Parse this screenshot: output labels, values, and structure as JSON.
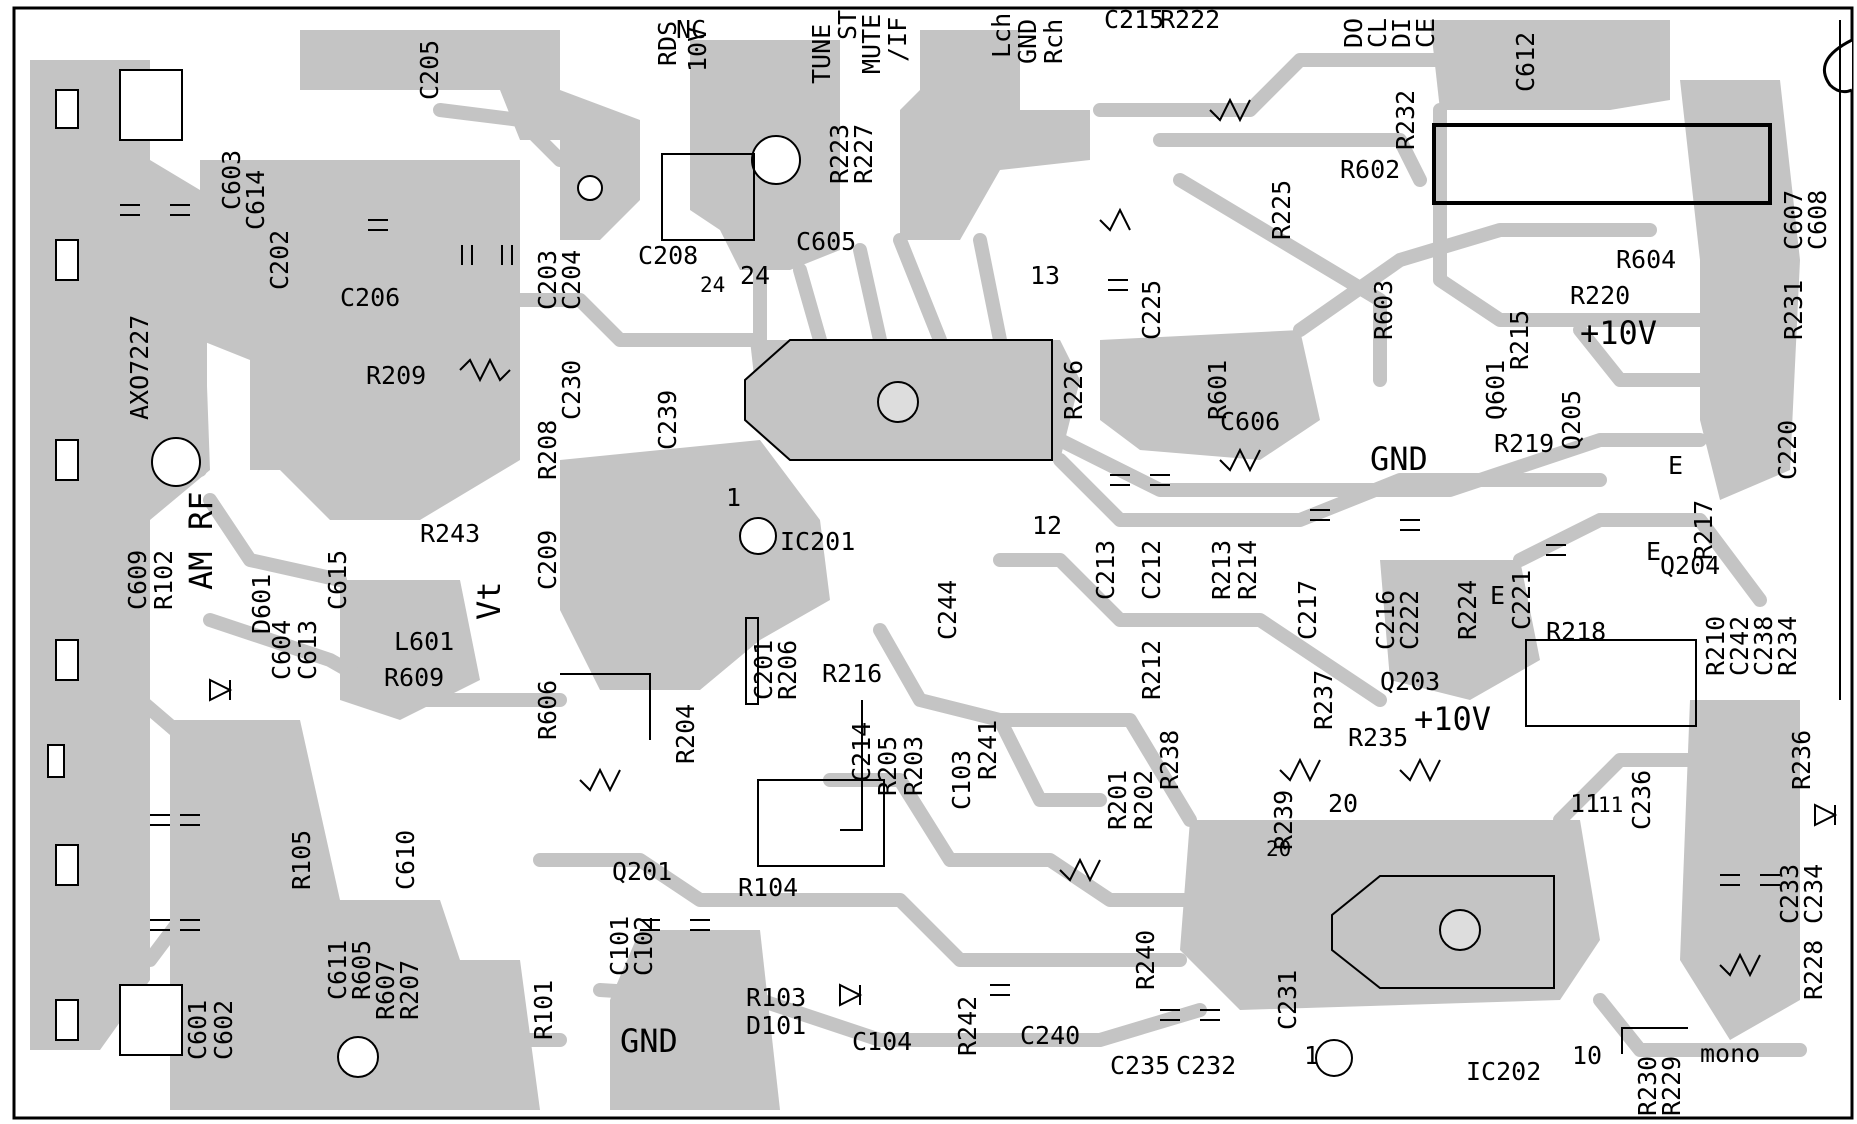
{
  "diagram": {
    "type": "pcb-layout",
    "colors": {
      "copper": "#c4c4c4",
      "background": "#ffffff",
      "ink": "#000000"
    },
    "labels": {
      "nc": "NC",
      "rds": "RDS",
      "v10": "10V",
      "tune": "TUNE",
      "st": "ST",
      "mute": "MUTE",
      "if": "/IF",
      "lch": "Lch",
      "gnd_top": "GND",
      "rch": "Rch",
      "do": "DO",
      "cl": "CL",
      "di": "DI",
      "ce": "CE",
      "c215": "C215",
      "r222": "R222",
      "c612": "C612",
      "c205": "C205",
      "c603": "C603",
      "c614": "C614",
      "c202": "C202",
      "c203": "C203",
      "c204": "C204",
      "c230": "C230",
      "c239": "C239",
      "r208": "R208",
      "r209": "R209",
      "c206": "C206",
      "axo": "AXO7227",
      "r223": "R223",
      "r227": "R227",
      "c605": "C605",
      "c208": "C208",
      "n24a": "24",
      "n24b": "24",
      "c225": "C225",
      "r225": "R225",
      "r226": "R226",
      "r602": "R602",
      "r232": "R232",
      "r604": "R604",
      "r603": "R603",
      "r220": "R220",
      "r215": "R215",
      "q601": "Q601",
      "v10b": "+10V",
      "c607": "C607",
      "c608": "C608",
      "r231": "R231",
      "n13": "13",
      "r601": "R601",
      "c606": "C606",
      "gnd_mid": "GND",
      "r219": "R219",
      "q205": "Q205",
      "c220": "C220",
      "e1": "E",
      "r217": "R217",
      "e2": "E",
      "q204": "Q204",
      "n1": "1",
      "ic201": "IC201",
      "n12": "12",
      "c213": "C213",
      "c212": "C212",
      "r213": "R213",
      "r214": "R214",
      "c217": "C217",
      "c216": "C216",
      "c222": "C222",
      "r224": "R224",
      "e3": "E",
      "c221": "C221",
      "r218": "R218",
      "r210": "R210",
      "c242": "C242",
      "c238": "C238",
      "r234": "R234",
      "c609": "C609",
      "r102": "R102",
      "am": "AM",
      "rf": "RF",
      "d601": "D601",
      "c604": "C604",
      "c613": "C613",
      "c615": "C615",
      "r243": "R243",
      "vt": "Vt",
      "c209": "C209",
      "l601": "L601",
      "r606": "R606",
      "r609": "R609",
      "c201": "C201",
      "r206": "R206",
      "r216": "R216",
      "c244": "C244",
      "r204": "R204",
      "c214": "C214",
      "r205": "R205",
      "r203": "R203",
      "c103": "C103",
      "r241": "R241",
      "r212": "R212",
      "r238": "R238",
      "r201": "R201",
      "r202": "R202",
      "r237": "R237",
      "q203": "Q203",
      "r235": "R235",
      "v10c": "+10V",
      "r236": "R236",
      "c236": "C236",
      "r105": "R105",
      "c610": "C610",
      "r239": "R239",
      "n20a": "20",
      "n20b": "20",
      "n11a": "11",
      "n11b": "11",
      "q201": "Q201",
      "r104": "R104",
      "c101": "C101",
      "c102": "C102",
      "r103": "R103",
      "d101": "D101",
      "c104": "C104",
      "r242": "R242",
      "c240": "C240",
      "r240": "R240",
      "c231": "C231",
      "c233": "C233",
      "c234": "C234",
      "r228": "R228",
      "c611": "C611",
      "r605": "R605",
      "r607": "R607",
      "r207": "R207",
      "r101": "R101",
      "gnd_bottom": "GND",
      "c601": "C601",
      "c602": "C602",
      "c232": "C232",
      "c235": "C235",
      "n1b": "1",
      "ic202": "IC202",
      "n10": "10",
      "r230": "R230",
      "r229": "R229",
      "mono": "mono"
    }
  }
}
